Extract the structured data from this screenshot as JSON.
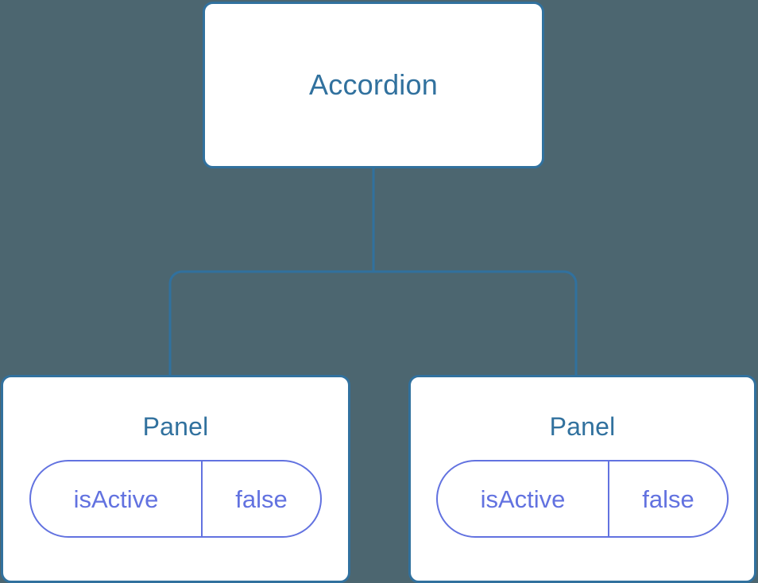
{
  "diagram": {
    "type": "component-tree",
    "background_color": "#4c6670",
    "node_fill_color": "#ffffff",
    "node_border_color": "#31719e",
    "node_text_color": "#31719e",
    "state_accent_color": "#6272e0",
    "edge_color": "#31719e",
    "root": {
      "id": "accordion",
      "label": "Accordion"
    },
    "children": [
      {
        "id": "panel-left",
        "label": "Panel",
        "state": {
          "key": "isActive",
          "value": "false"
        }
      },
      {
        "id": "panel-right",
        "label": "Panel",
        "state": {
          "key": "isActive",
          "value": "false"
        }
      }
    ]
  }
}
